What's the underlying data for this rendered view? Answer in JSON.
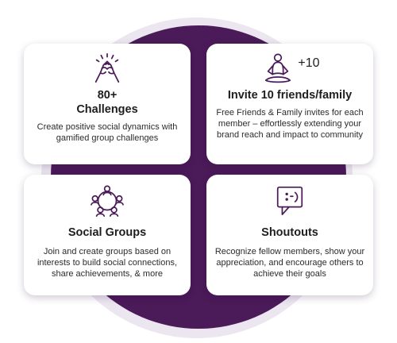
{
  "colors": {
    "brand_purple": "#4b1a59",
    "ring_light": "#ece6f0",
    "card_bg": "#ffffff",
    "icon_stroke": "#4b1a59",
    "text": "#1e1e1e"
  },
  "cards": [
    {
      "icon": "clasped-hands-icon",
      "title_line1": "80+",
      "title_line2": "Challenges",
      "description": "Create positive social dynamics with gamified group challenges"
    },
    {
      "icon": "meditation-person-icon",
      "badge": "+10",
      "title": "Invite 10 friends/family",
      "description": "Free Friends & Family invites for each member – effortlessly extending your brand reach and impact to community"
    },
    {
      "icon": "group-network-icon",
      "title": "Social Groups",
      "description": "Join and create groups based on interests to build social connections, share achievements, & more"
    },
    {
      "icon": "smiley-speech-bubble-icon",
      "title": "Shoutouts",
      "description": "Recognize fellow members, show your appreciation, and encourage others to achieve their goals"
    }
  ]
}
